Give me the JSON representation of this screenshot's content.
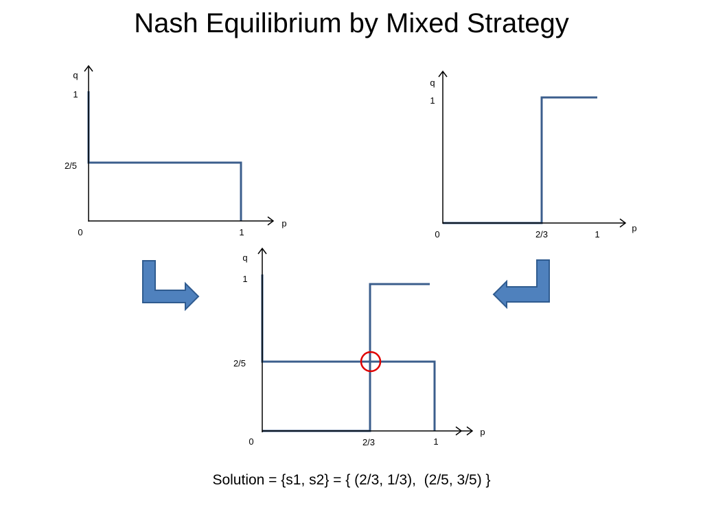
{
  "title": "Nash Equilibrium by Mixed Strategy",
  "colors": {
    "best_response_line": "#3B5E8C",
    "arrow_fill": "#4F81BD",
    "arrow_stroke": "#2F5B8F",
    "equilibrium_circle": "#E00000",
    "axis": "#000000"
  },
  "graphs": {
    "top_left": {
      "x_label": "p",
      "y_label": "q",
      "x_ticks": [
        "0",
        "1"
      ],
      "y_ticks": [
        "1",
        "2/5"
      ]
    },
    "top_right": {
      "x_label": "p",
      "y_label": "q",
      "x_ticks": [
        "0",
        "2/3",
        "1"
      ],
      "y_ticks": [
        "1"
      ]
    },
    "bottom": {
      "x_label": "p",
      "y_label": "q",
      "x_ticks": [
        "0",
        "2/3",
        "1"
      ],
      "y_ticks": [
        "1",
        "2/5"
      ]
    }
  },
  "arrows": [
    {
      "icon": "arrow-down-right-icon"
    },
    {
      "icon": "arrow-down-left-icon"
    }
  ],
  "solution": "Solution = {s1, s2} = { (2/3, 1/3),  (2/5, 3/5) }"
}
